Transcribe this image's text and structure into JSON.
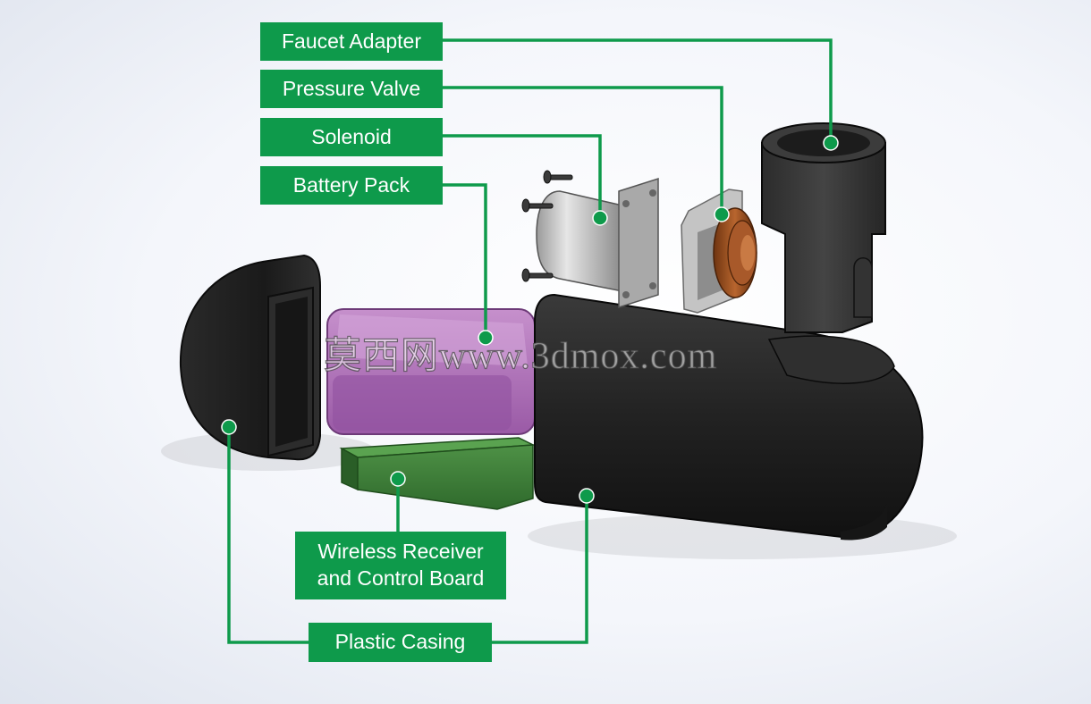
{
  "labels": {
    "faucet_adapter": "Faucet Adapter",
    "pressure_valve": "Pressure Valve",
    "solenoid": "Solenoid",
    "battery_pack": "Battery Pack",
    "wireless_line1": "Wireless Receiver",
    "wireless_line2": "and Control Board",
    "plastic_casing": "Plastic Casing"
  },
  "watermark": "莫西网www.3dmox.com",
  "colors": {
    "label_green": "#0e9a4b",
    "battery_purple": "#a86bb3",
    "board_green": "#3f7d3a",
    "casing_black": "#1e1e1e",
    "valve_copper": "#9a4f22",
    "solenoid_silver": "#c8c8c8"
  }
}
